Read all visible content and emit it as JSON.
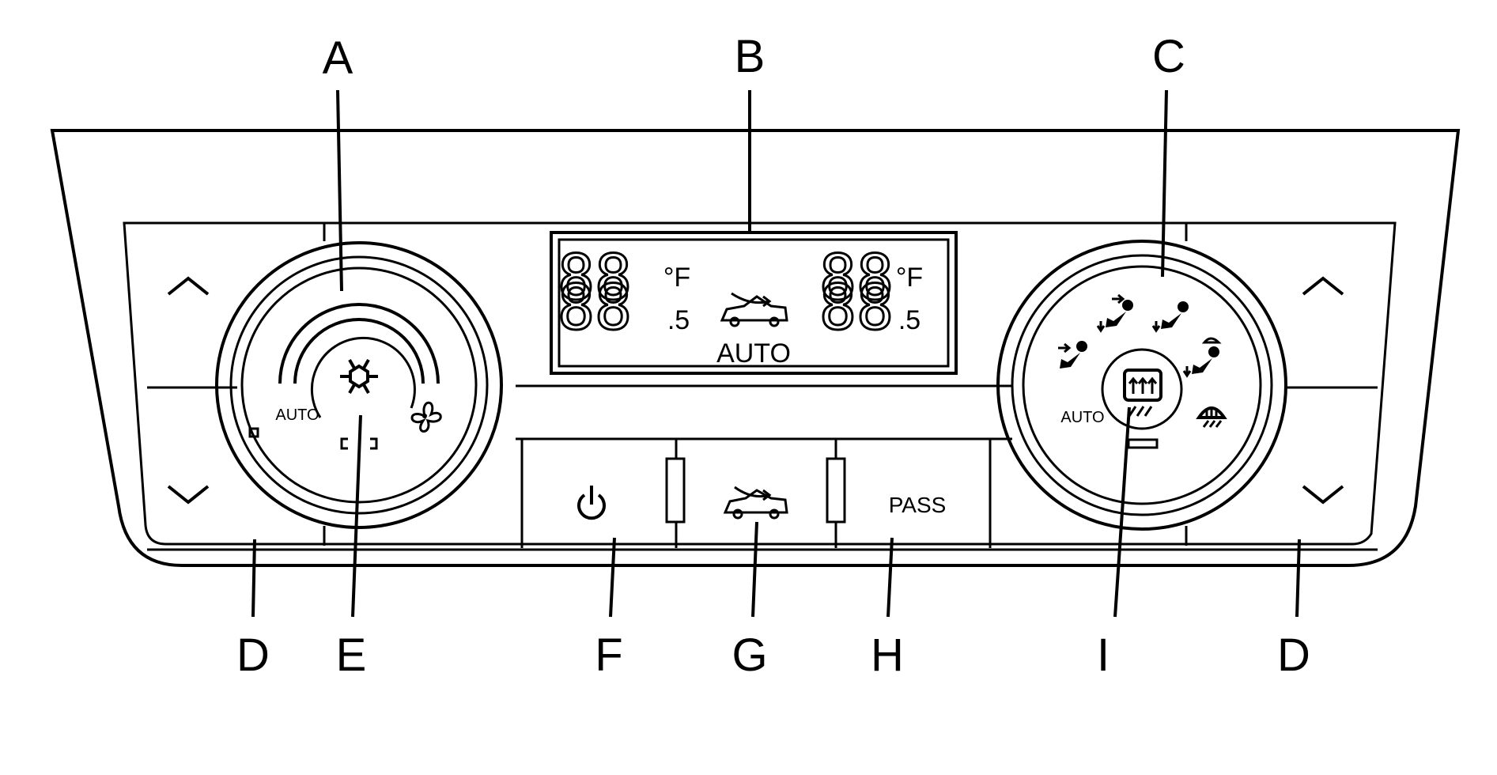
{
  "callouts": {
    "a": "A",
    "b": "B",
    "c": "C",
    "d_left": "D",
    "e": "E",
    "f": "F",
    "g": "G",
    "h": "H",
    "i": "I",
    "d_right": "D"
  },
  "display": {
    "left_temp": "88",
    "left_unit": "°F",
    "left_half": ".5",
    "right_temp": "88",
    "right_unit": "°F",
    "right_half": ".5",
    "mode": "AUTO"
  },
  "fan_knob": {
    "auto_label": "AUTO"
  },
  "mode_knob": {
    "auto_label": "AUTO"
  },
  "buttons": {
    "passenger_label": "PASS"
  },
  "icons": [
    "chevron-up-icon",
    "chevron-down-icon",
    "snowflake-icon",
    "fan-icon",
    "recirculation-icon",
    "power-icon",
    "rear-defrost-icon",
    "defrost-icon",
    "vent-mode-icon",
    "bi-level-mode-icon",
    "floor-mode-icon",
    "defog-mode-icon"
  ]
}
